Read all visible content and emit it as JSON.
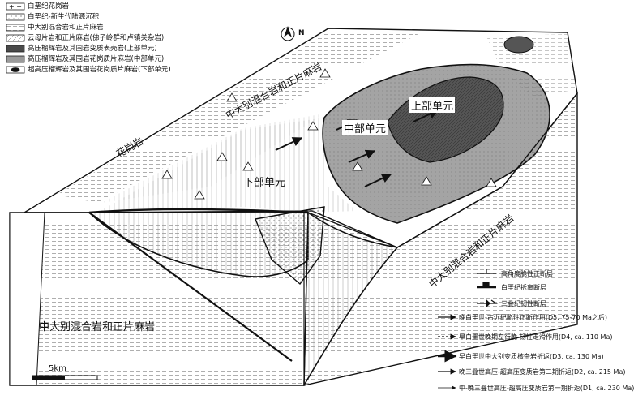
{
  "legend_top": [
    {
      "text": "白垩纪花岗岩",
      "fill": "#ffffff",
      "pattern": "plus"
    },
    {
      "text": "白垩纪-新生代陆源沉积",
      "fill": "#ffffff",
      "pattern": "dots"
    },
    {
      "text": "中大别混合岩和正片麻岩",
      "fill": "#ffffff",
      "pattern": "hlines"
    },
    {
      "text": "云母片岩和正片麻岩(佛子岭群和卢镇关杂岩)",
      "fill": "#ffffff",
      "pattern": "diag"
    },
    {
      "text": "高压榴辉岩及其围岩变质表壳岩(上部单元)",
      "fill": "#4a4a4a",
      "pattern": "none"
    },
    {
      "text": "高压榴辉岩及其围岩花岗质片麻岩(中部单元)",
      "fill": "#9a9a9a",
      "pattern": "none"
    },
    {
      "text": "超高压榴辉岩及其围岩花岗质片麻岩(下部单元)",
      "fill": "#ffffff",
      "pattern": "blob"
    }
  ],
  "map_labels": {
    "upper_unit": "上部单元",
    "middle_unit": "中部单元",
    "lower_unit": "下部单元",
    "granite": "花岗岩",
    "top_belt": "中大别混合岩和正片麻岩",
    "right_belt": "中大别混合岩和正片麻岩",
    "front_face": "中大别混合岩和正片麻岩"
  },
  "legend_bottom": [
    {
      "text": "高角度脆性正断层",
      "symbol": "normal-fault"
    },
    {
      "text": "白垩纪拆离断层",
      "symbol": "detachment"
    },
    {
      "text": "三叠纪韧性断层",
      "symbol": "ductile-fault"
    },
    {
      "text": "晚白垩世-古近纪脆性正断作用(D5, 75-70 Ma之后)",
      "symbol": "arrow-outline"
    },
    {
      "text": "早白垩世晚期左行脆-韧性走滑作用(D4, ca. 110 Ma)",
      "symbol": "arrow-dashed"
    },
    {
      "text": "早白垩世中大别变质核杂岩折返(D3, ca. 130 Ma)",
      "symbol": "arrow-black"
    },
    {
      "text": "晚三叠世高压-超高压变质岩第二期折返(D2, ca. 215 Ma)",
      "symbol": "arrow-half"
    },
    {
      "text": "中-晚三叠世高压-超高压变质岩第一期折返(D1, ca. 230 Ma)",
      "symbol": "arrow-thin"
    }
  ],
  "scale_label": "5km",
  "north_label": "N"
}
